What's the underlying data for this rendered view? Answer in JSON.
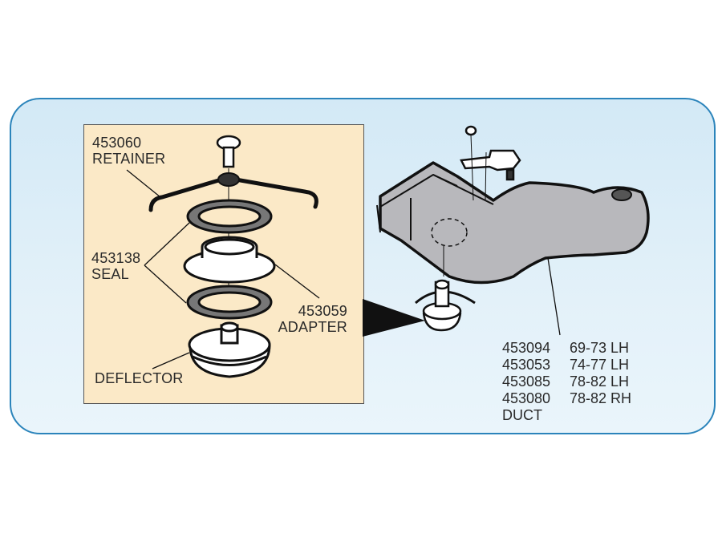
{
  "colors": {
    "frame_border": "#2b84bb",
    "frame_fill": "#d9edf7",
    "inset_fill": "#fbe9c7",
    "duct_fill": "#b8b8bc"
  },
  "inset": {
    "retainer": {
      "part_number": "453060",
      "name": "RETAINER"
    },
    "seal": {
      "part_number": "453138",
      "name": "SEAL"
    },
    "adapter": {
      "part_number": "453059",
      "name": "ADAPTER"
    },
    "deflector": {
      "name": "DEFLECTOR"
    }
  },
  "duct": {
    "rows": [
      {
        "part_number": "453094",
        "years": "69-73 LH"
      },
      {
        "part_number": "453053",
        "years": "74-77 LH"
      },
      {
        "part_number": "453085",
        "years": "78-82 LH"
      },
      {
        "part_number": "453080",
        "years": "78-82 RH"
      }
    ],
    "name": "DUCT"
  }
}
